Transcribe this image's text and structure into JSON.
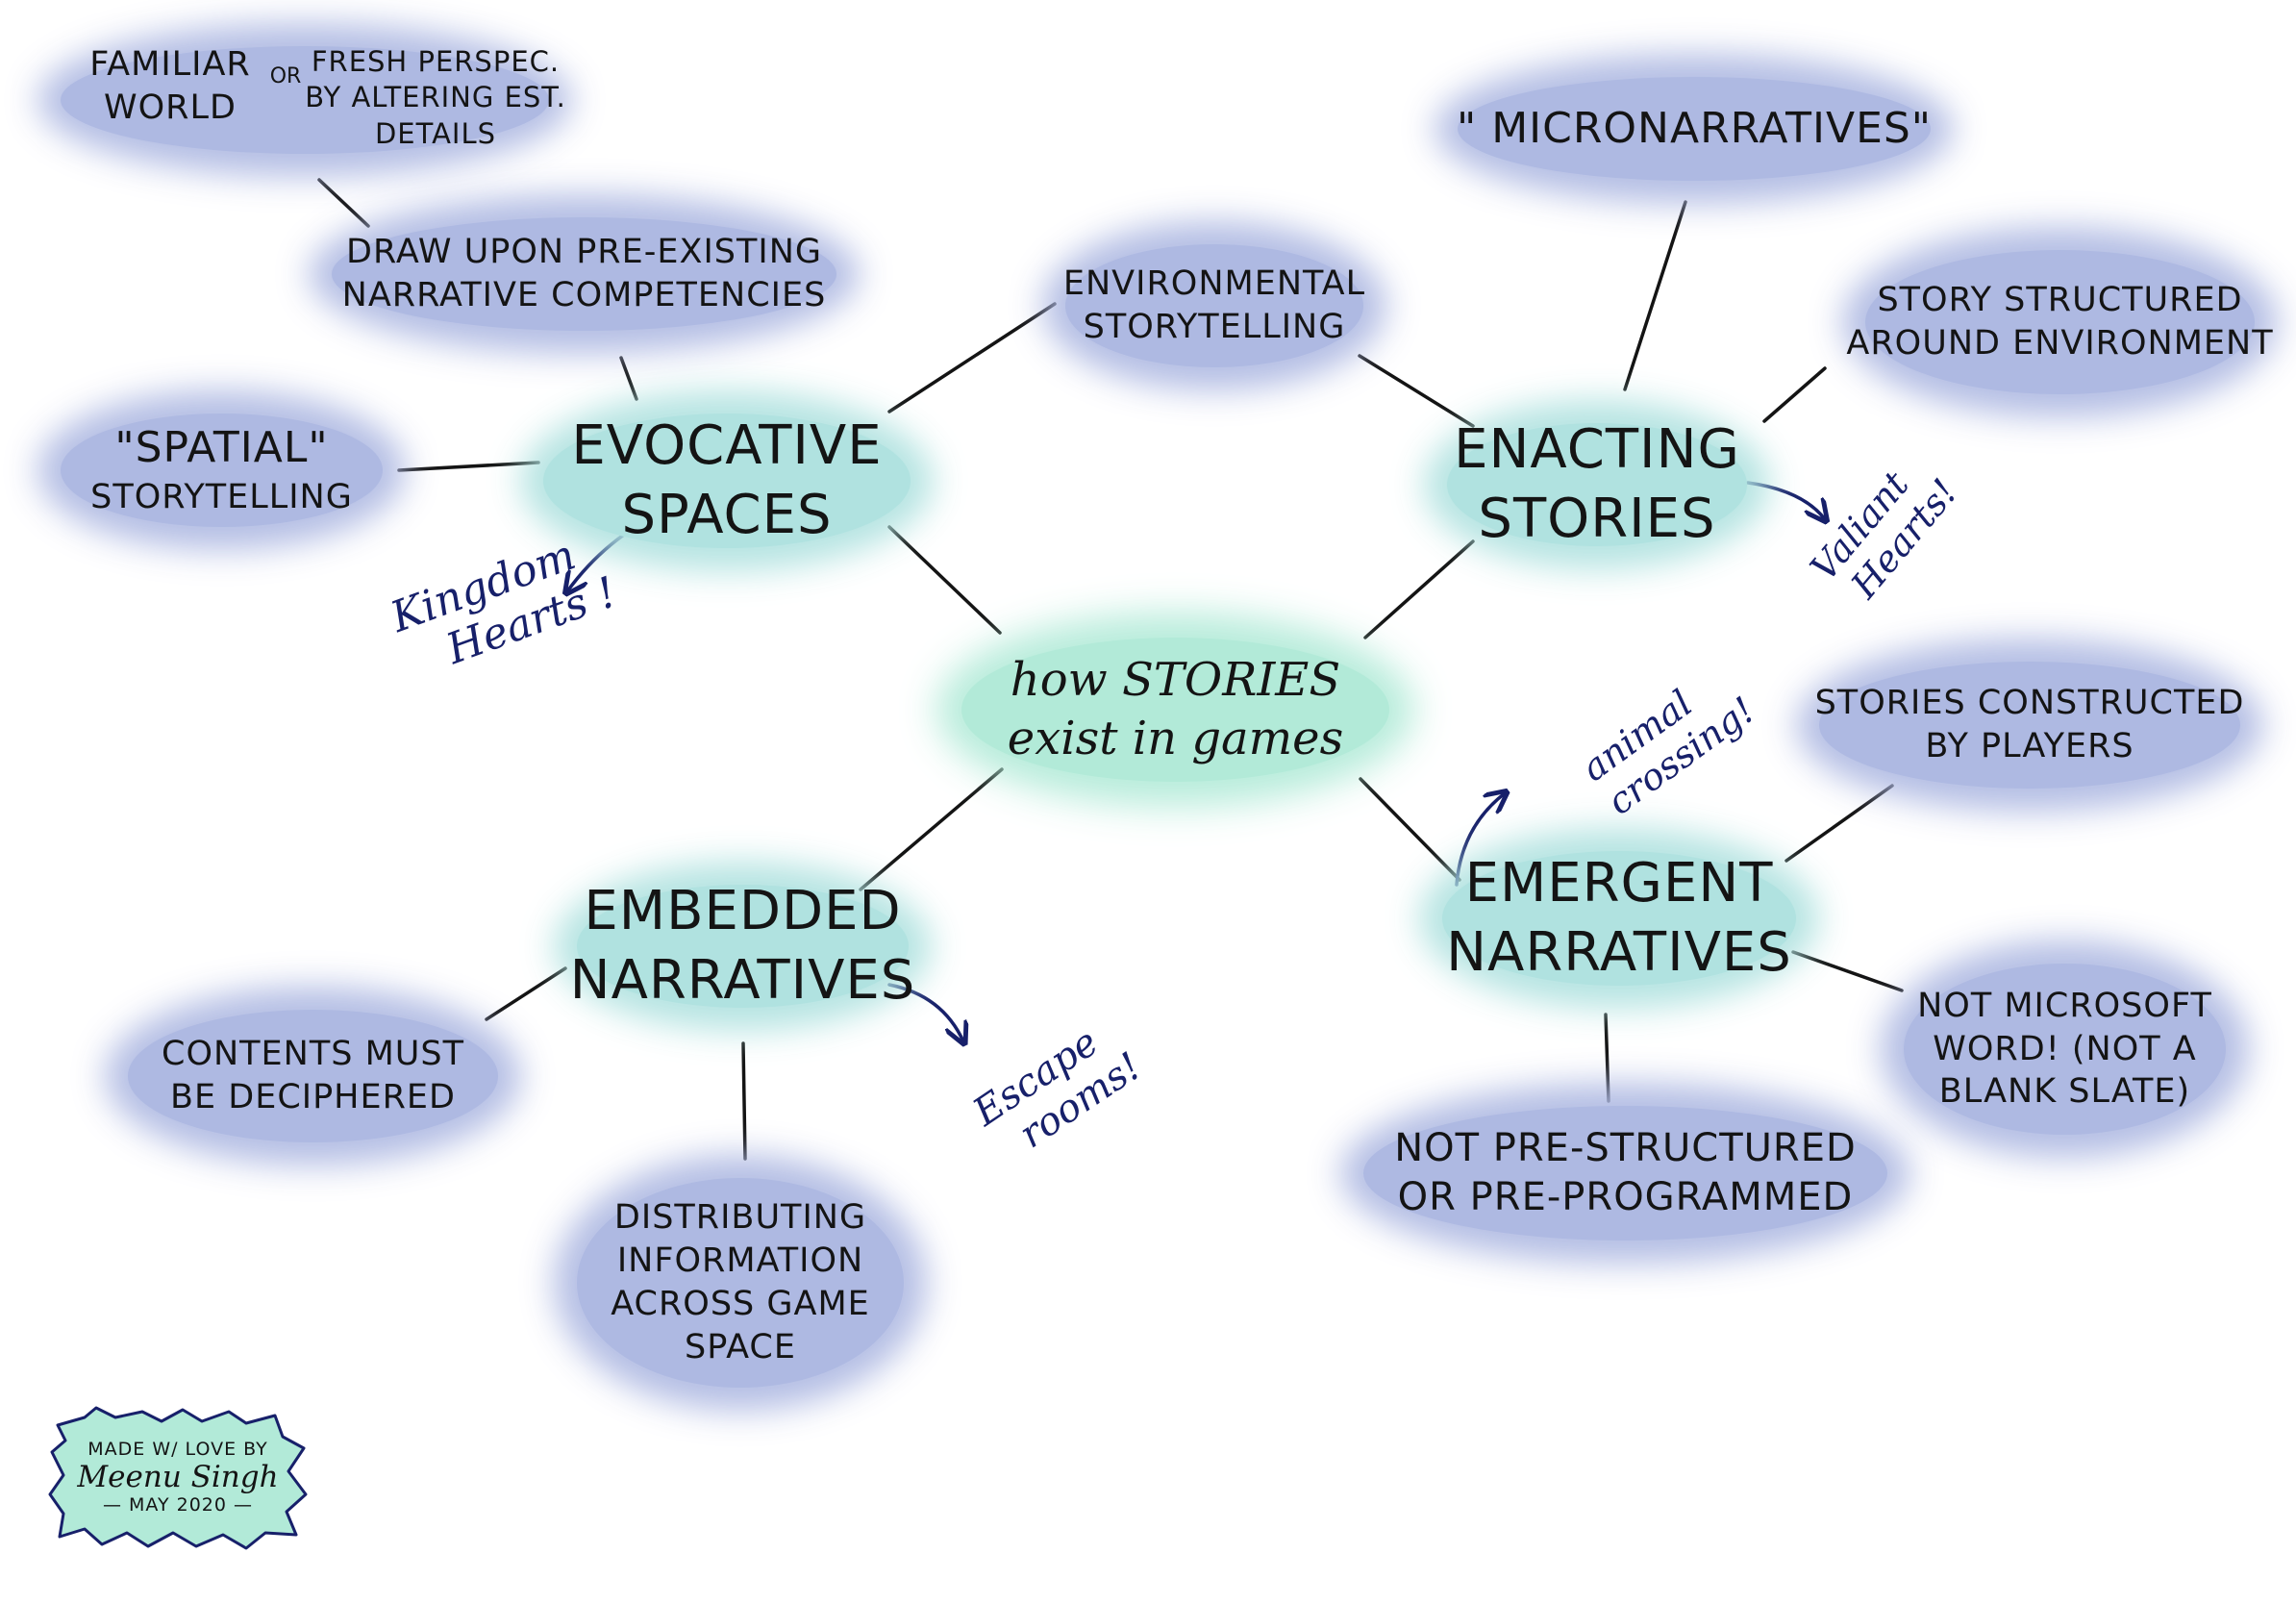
{
  "center": {
    "lines": [
      "how STORIES",
      "exist in games"
    ]
  },
  "branches": {
    "evocative": {
      "lines": [
        "EVOCATIVE",
        "SPACES"
      ]
    },
    "enacting": {
      "lines": [
        "ENACTING",
        "STORIES"
      ]
    },
    "embedded": {
      "lines": [
        "EMBEDDED",
        "NARRATIVES"
      ]
    },
    "emergent": {
      "lines": [
        "EMERGENT",
        "NARRATIVES"
      ]
    }
  },
  "leaves": {
    "familiar": {
      "lines": [
        "FAMILIAR",
        "WORLD"
      ]
    },
    "or": "OR",
    "fresh": {
      "lines": [
        "FRESH PERSPEC.",
        "BY ALTERING EST.",
        "DETAILS"
      ]
    },
    "draw": {
      "lines": [
        "DRAW UPON PRE-EXISTING",
        "NARRATIVE COMPETENCIES"
      ]
    },
    "spatial": {
      "lines": [
        "\"SPATIAL\"",
        "STORYTELLING"
      ]
    },
    "environmental": {
      "lines": [
        "ENVIRONMENTAL",
        "STORYTELLING"
      ]
    },
    "micro": {
      "lines": [
        "\" MICRONARRATIVES\""
      ]
    },
    "story_structured": {
      "lines": [
        "STORY STRUCTURED",
        "AROUND ENVIRONMENT"
      ]
    },
    "contents": {
      "lines": [
        "CONTENTS MUST",
        "BE DECIPHERED"
      ]
    },
    "distributing": {
      "lines": [
        "DISTRIBUTING",
        "INFORMATION",
        "ACROSS GAME",
        "SPACE"
      ]
    },
    "constructed": {
      "lines": [
        "STORIES CONSTRUCTED",
        "BY PLAYERS"
      ]
    },
    "not_microsoft": {
      "lines": [
        "NOT MICROSOFT",
        "WORD! (NOT A",
        "BLANK SLATE)"
      ]
    },
    "not_pre": {
      "lines": [
        "NOT PRE-STRUCTURED",
        "OR PRE-PROGRAMMED"
      ]
    }
  },
  "examples": {
    "kingdom": {
      "lines": [
        "Kingdom",
        "Hearts !"
      ]
    },
    "valiant": {
      "lines": [
        "Valiant",
        "Hearts!"
      ]
    },
    "animal": {
      "lines": [
        "animal",
        "crossing!"
      ]
    },
    "escape": {
      "lines": [
        "Escape",
        "rooms!"
      ]
    }
  },
  "credit": {
    "line1": "MADE W/ LOVE BY",
    "name": "Meenu Singh",
    "date": "— MAY 2020 —"
  },
  "colors": {
    "leaf": "#aeb9e2",
    "branch": "#b0e2e0",
    "center": "#b2ead8",
    "ink": "#141414",
    "example_ink": "#17206a"
  }
}
